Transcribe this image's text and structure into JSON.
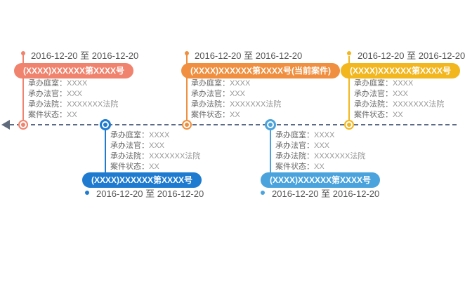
{
  "page": {
    "background": "#ffffff"
  },
  "timeline": {
    "axis_color": "#5c6b87",
    "arrow_direction": "left",
    "cases": [
      {
        "side": "top",
        "accent": "#f0836e",
        "date_range": "2016-12-20 至 2016-12-20",
        "case_number": "(XXXX)XXXXXX第XXXX号",
        "fields": [
          {
            "label": "承办庭室：",
            "value": "XXXX"
          },
          {
            "label": "承办法官：",
            "value": "XXX"
          },
          {
            "label": "承办法院：",
            "value": "XXXXXXX法院"
          },
          {
            "label": "案件状态：",
            "value": "XX"
          }
        ]
      },
      {
        "side": "bottom",
        "accent": "#1e7bd0",
        "date_range": "2016-12-20 至 2016-12-20",
        "case_number": "(XXXX)XXXXXX第XXXX号",
        "fields": [
          {
            "label": "承办庭室：",
            "value": "XXXX"
          },
          {
            "label": "承办法官：",
            "value": "XXX"
          },
          {
            "label": "承办法院：",
            "value": "XXXXXXX法院"
          },
          {
            "label": "案件状态：",
            "value": "XX"
          }
        ]
      },
      {
        "side": "top",
        "accent": "#ef8f3f",
        "is_current": true,
        "date_range": "2016-12-20 至 2016-12-20",
        "case_number": "(XXXX)XXXXXX第XXXX号(当前案件)",
        "fields": [
          {
            "label": "承办庭室：",
            "value": "XXXX"
          },
          {
            "label": "承办法官：",
            "value": "XXX"
          },
          {
            "label": "承办法院：",
            "value": "XXXXXXX法院"
          },
          {
            "label": "案件状态：",
            "value": "XX"
          }
        ]
      },
      {
        "side": "bottom",
        "accent": "#4aa3dc",
        "date_range": "2016-12-20 至 2016-12-20",
        "case_number": "(XXXX)XXXXXX第XXXX号",
        "fields": [
          {
            "label": "承办庭室：",
            "value": "XXXX"
          },
          {
            "label": "承办法官：",
            "value": "XXX"
          },
          {
            "label": "承办法院：",
            "value": "XXXXXXX法院"
          },
          {
            "label": "案件状态：",
            "value": "XX"
          }
        ]
      },
      {
        "side": "top",
        "accent": "#f2b61f",
        "date_range": "2016-12-20 至 2016-12-20",
        "case_number": "(XXXX)XXXXXX第XXXX号",
        "fields": [
          {
            "label": "承办庭室：",
            "value": "XXXX"
          },
          {
            "label": "承办法官：",
            "value": "XXX"
          },
          {
            "label": "承办法院：",
            "value": "XXXXXXX法院"
          },
          {
            "label": "案件状态：",
            "value": "XX"
          }
        ]
      }
    ]
  }
}
